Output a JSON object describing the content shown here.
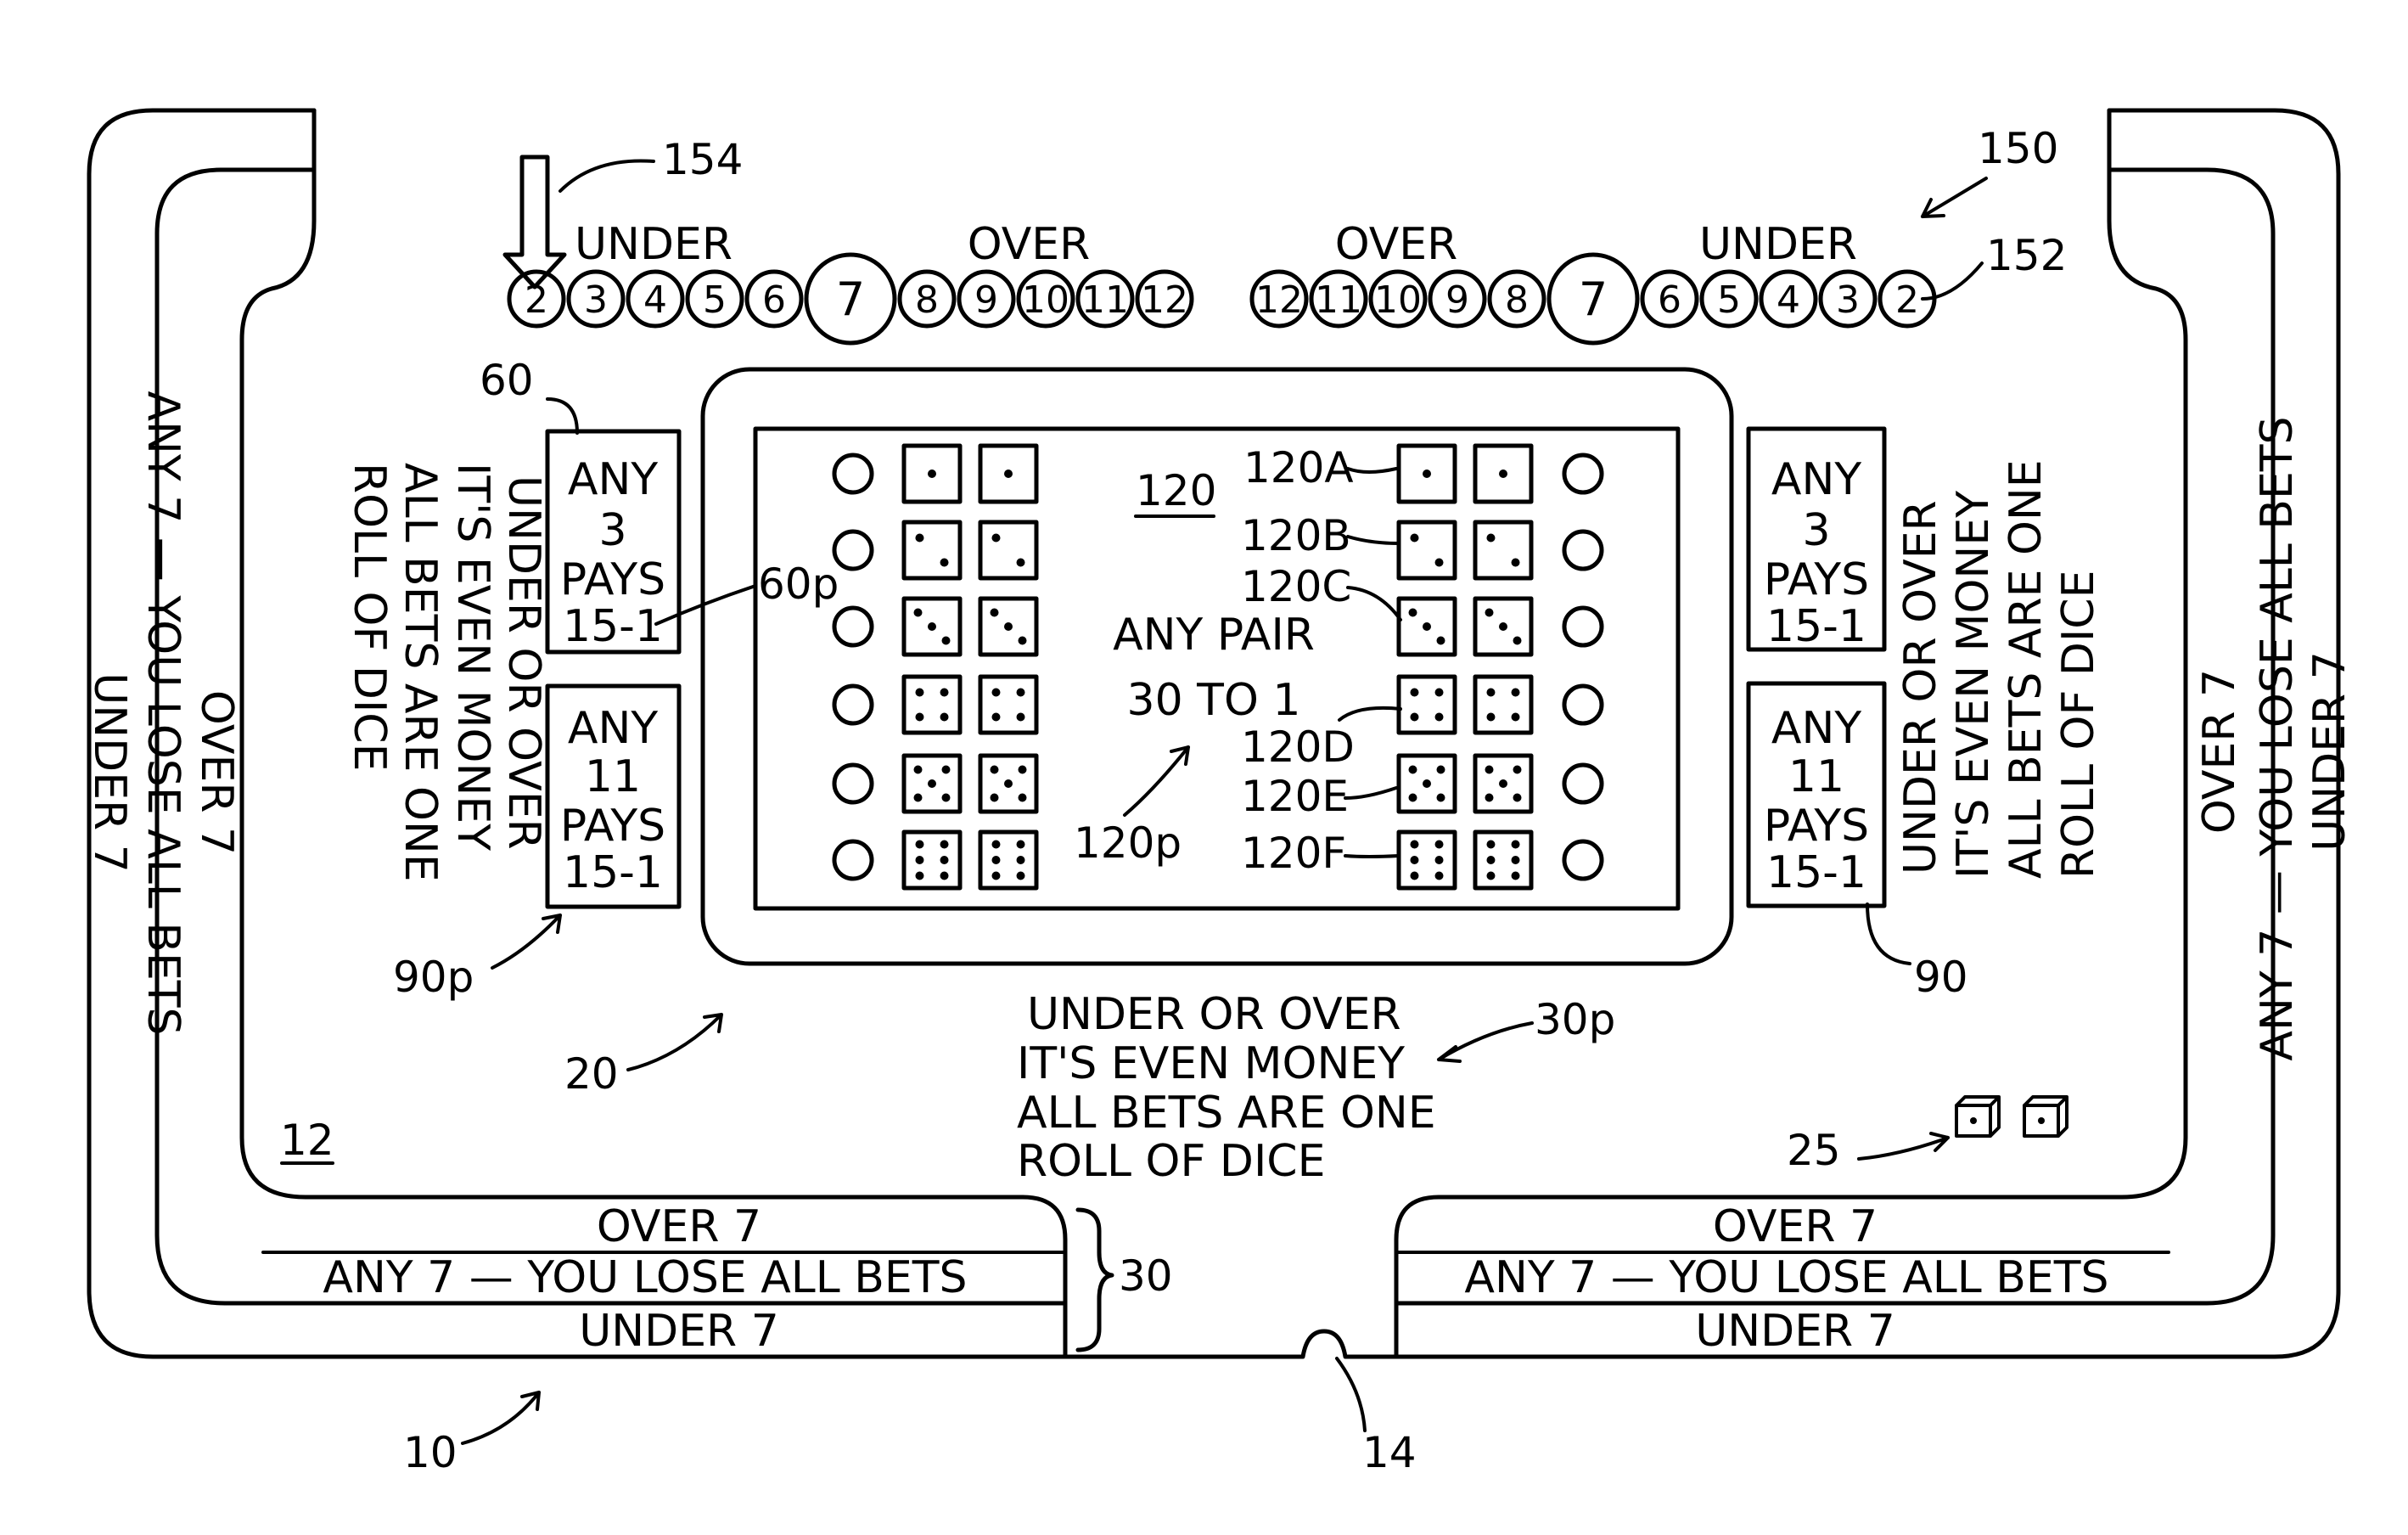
{
  "rail": {
    "over": "OVER 7",
    "any7": "ANY 7 — YOU LOSE ALL BETS",
    "under": "UNDER 7"
  },
  "track": {
    "under": "UNDER",
    "over": "OVER",
    "left_numbers": [
      "2",
      "3",
      "4",
      "5",
      "6",
      "7",
      "8",
      "9",
      "10",
      "11",
      "12"
    ],
    "right_numbers": [
      "12",
      "11",
      "10",
      "9",
      "8",
      "7",
      "6",
      "5",
      "4",
      "3",
      "2"
    ]
  },
  "props": {
    "any3": [
      "ANY",
      "3",
      "PAYS",
      "15-1"
    ],
    "any11": [
      "ANY",
      "11",
      "PAYS",
      "15-1"
    ]
  },
  "rules": [
    "UNDER OR OVER",
    "IT'S EVEN MONEY",
    "ALL BETS ARE ONE",
    "ROLL OF DICE"
  ],
  "pairs": {
    "label_line1": "ANY PAIR",
    "label_line2": "30 TO 1",
    "pip_counts": [
      1,
      2,
      3,
      4,
      5,
      6
    ]
  },
  "refs": {
    "r10": "10",
    "r12": "12",
    "r14": "14",
    "r20": "20",
    "r25": "25",
    "r30": "30",
    "r30p": "30p",
    "r60": "60",
    "r60p": "60p",
    "r90": "90",
    "r90p": "90p",
    "r120": "120",
    "r120a": "120A",
    "r120b": "120B",
    "r120c": "120C",
    "r120d": "120D",
    "r120e": "120E",
    "r120f": "120F",
    "r120p": "120p",
    "r150": "150",
    "r152": "152",
    "r154": "154"
  }
}
